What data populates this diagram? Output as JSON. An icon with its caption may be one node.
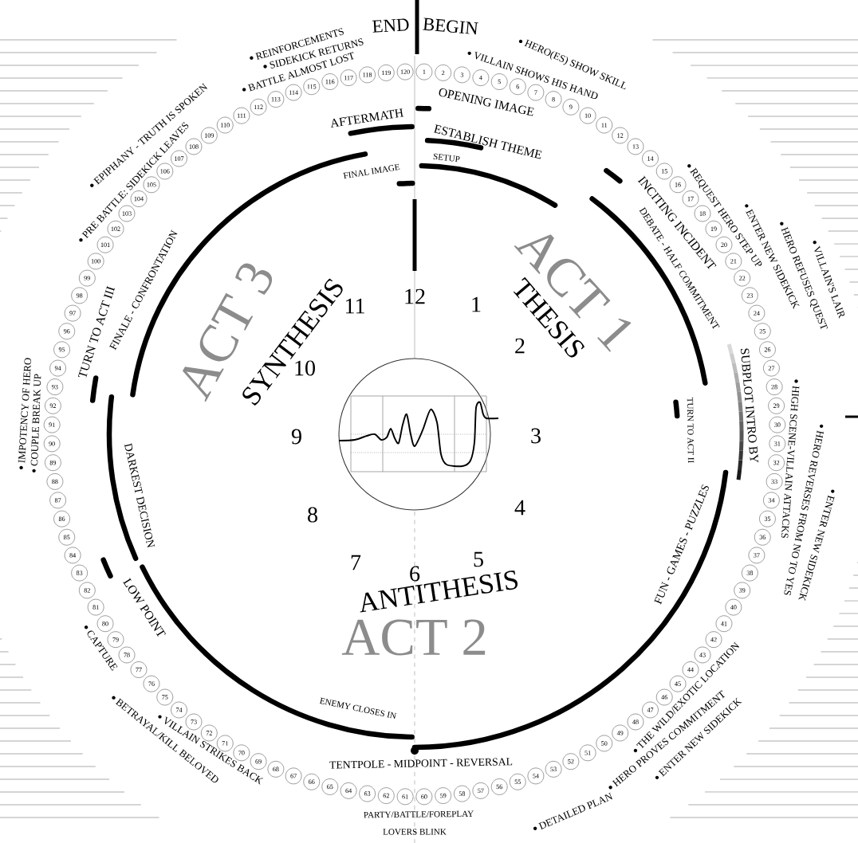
{
  "diagram": {
    "nodes": [
      {
        "text": [
          "1"
        ]
      },
      {
        "text": [
          "2"
        ]
      },
      {
        "text": [
          "3"
        ]
      },
      {
        "text": [
          "4"
        ]
      },
      {
        "text": [
          "5"
        ]
      },
      {
        "text": [
          "6"
        ]
      },
      {
        "text": [
          "7"
        ]
      },
      {
        "text": [
          "8"
        ]
      },
      {
        "text": [
          "9"
        ]
      },
      {
        "text": [
          "10"
        ]
      },
      {
        "text": [
          "11"
        ]
      },
      {
        "text": [
          "12"
        ]
      },
      {
        "text": [
          "13"
        ]
      },
      {
        "text": [
          "14"
        ]
      },
      {
        "text": [
          "15"
        ]
      },
      {
        "text": [
          "16"
        ]
      },
      {
        "text": [
          "17"
        ]
      },
      {
        "text": [
          "18"
        ]
      },
      {
        "text": [
          "19"
        ]
      },
      {
        "text": [
          "20"
        ]
      },
      {
        "text": [
          "21"
        ]
      },
      {
        "text": [
          "22"
        ]
      },
      {
        "text": [
          "23"
        ]
      },
      {
        "text": [
          "24"
        ]
      },
      {
        "text": [
          "25"
        ]
      },
      {
        "text": [
          "26"
        ]
      },
      {
        "text": [
          "27"
        ]
      },
      {
        "text": [
          "28"
        ]
      },
      {
        "text": [
          "29"
        ]
      },
      {
        "text": [
          "30"
        ]
      },
      {
        "text": [
          "31"
        ]
      },
      {
        "text": [
          "32"
        ]
      },
      {
        "text": [
          "33"
        ]
      },
      {
        "text": [
          "34"
        ]
      },
      {
        "text": [
          "35"
        ]
      },
      {
        "text": [
          "36"
        ]
      },
      {
        "text": [
          "37"
        ]
      },
      {
        "text": [
          "38"
        ]
      },
      {
        "text": [
          "39"
        ]
      },
      {
        "text": [
          "40"
        ]
      },
      {
        "text": [
          "41"
        ]
      },
      {
        "text": [
          "42"
        ]
      },
      {
        "text": [
          "43"
        ]
      },
      {
        "text": [
          "44"
        ]
      },
      {
        "text": [
          "45"
        ]
      },
      {
        "text": [
          "46"
        ]
      },
      {
        "text": [
          "47"
        ]
      },
      {
        "text": [
          "48"
        ]
      },
      {
        "text": [
          "49"
        ]
      },
      {
        "text": [
          "50"
        ]
      },
      {
        "text": [
          "51"
        ]
      },
      {
        "text": [
          "52"
        ]
      },
      {
        "text": [
          "53"
        ]
      },
      {
        "text": [
          "54"
        ]
      },
      {
        "text": [
          "55"
        ]
      },
      {
        "text": [
          "56"
        ]
      },
      {
        "text": [
          "57"
        ]
      },
      {
        "text": [
          "58"
        ]
      },
      {
        "text": [
          "59"
        ]
      },
      {
        "text": [
          "60"
        ]
      },
      {
        "text": [
          "61"
        ]
      },
      {
        "text": [
          "62"
        ]
      },
      {
        "text": [
          "63"
        ]
      },
      {
        "text": [
          "64"
        ]
      },
      {
        "text": [
          "65"
        ]
      },
      {
        "text": [
          "66"
        ]
      },
      {
        "text": [
          "67"
        ]
      },
      {
        "text": [
          "68"
        ]
      },
      {
        "text": [
          "69"
        ]
      },
      {
        "text": [
          "70"
        ]
      },
      {
        "text": [
          "71"
        ]
      },
      {
        "text": [
          "72"
        ]
      },
      {
        "text": [
          "73"
        ]
      },
      {
        "text": [
          "74"
        ]
      },
      {
        "text": [
          "75"
        ]
      },
      {
        "text": [
          "76"
        ]
      },
      {
        "text": [
          "77"
        ]
      },
      {
        "text": [
          "78"
        ]
      },
      {
        "text": [
          "79"
        ]
      },
      {
        "text": [
          "80"
        ]
      },
      {
        "text": [
          "81"
        ]
      },
      {
        "text": [
          "82"
        ]
      },
      {
        "text": [
          "83"
        ]
      },
      {
        "text": [
          "84"
        ]
      },
      {
        "text": [
          "85"
        ]
      },
      {
        "text": [
          "86"
        ]
      },
      {
        "text": [
          "87"
        ]
      },
      {
        "text": [
          "88"
        ]
      },
      {
        "text": [
          "89"
        ]
      },
      {
        "text": [
          "90"
        ]
      },
      {
        "text": [
          "91"
        ]
      },
      {
        "text": [
          "92"
        ]
      },
      {
        "text": [
          "93"
        ]
      },
      {
        "text": [
          "94"
        ]
      },
      {
        "text": [
          "95"
        ]
      },
      {
        "text": [
          "96"
        ]
      },
      {
        "text": [
          "97"
        ]
      },
      {
        "text": [
          "98"
        ]
      },
      {
        "text": [
          "99"
        ]
      },
      {
        "text": [
          "100"
        ]
      },
      {
        "text": [
          "101"
        ]
      },
      {
        "text": [
          "102"
        ]
      },
      {
        "text": [
          "103"
        ]
      },
      {
        "text": [
          "104"
        ]
      },
      {
        "text": [
          "105"
        ]
      },
      {
        "text": [
          "106"
        ]
      },
      {
        "text": [
          "107"
        ]
      },
      {
        "text": [
          "108"
        ]
      },
      {
        "text": [
          "109"
        ]
      },
      {
        "text": [
          "110"
        ]
      },
      {
        "text": [
          "111"
        ]
      },
      {
        "text": [
          "112"
        ]
      },
      {
        "text": [
          "113"
        ]
      },
      {
        "text": [
          "114"
        ]
      },
      {
        "text": [
          "115"
        ]
      },
      {
        "text": [
          "116"
        ]
      },
      {
        "text": [
          "117"
        ]
      },
      {
        "text": [
          "118"
        ]
      },
      {
        "text": [
          "119"
        ]
      },
      {
        "text": [
          "120"
        ]
      }
    ],
    "labels": [
      "END",
      "BEGIN",
      "REINFORCEMENTS",
      "BATTLE ALMOST LOST",
      "SIDEKICK RETURNS",
      "VILLAIN SHOWS HIS HAND",
      "HERO(ES) SHOW SKILL",
      "OPENING IMAGE",
      "AFTERMATH",
      "ESTABLISH THEME",
      "EPIPHANY - TRUTH IS SPOKEN",
      "SETUP",
      "FINAL IMAGE",
      "PRE BATTLE: SIDEKICK LEAVES",
      "REQUEST HERO STEP UP",
      "INCITING INCIDENT",
      "ENTER NEW SIDEKICK",
      "DEBATE - HALF COMMITMENT",
      "HERO REFUSES QUEST",
      "VILLAIN'S LAIR",
      "ACT 1",
      "FINALE - CONFRONTATION",
      "11",
      "12",
      "1",
      "THESIS",
      "TURN TO ACT III",
      "ACT 3",
      "SYNTHESIS",
      "2",
      "10",
      "IMPOTENCY OF HERO",
      "COUPLE BREAK UP",
      "9",
      "3",
      "TURN TO ACT II",
      "SUBPLOT INTRO BY",
      "HIGH SCENE-VILLAIN ATTACKS",
      "DARKEST DECISION",
      "8",
      "4",
      "HERO REVERSES FROM NO TO YES",
      "FUN - GAMES - PUZZLES",
      "ENTER NEW SIDEKICK",
      "7",
      "6",
      "5",
      "ANTITHESIS",
      "LOW POINT",
      "ACT 2",
      "CAPTURE",
      "THE WILD/EXOTIC LOCATION",
      "ENEMY CLOSES IN",
      "BETRAYAL/KILL BELOVED",
      "VILLAIN STRIKES BACK",
      "TENTPOLE - MIDPOINT - REVERSAL",
      "HERO PROVES COMMITMENT",
      "ENTER NEW SIDEKICK",
      "PARTY/BATTLE/FOREPLAY",
      "DETAILED PLAN",
      "LOVERS BLINK"
    ]
  }
}
